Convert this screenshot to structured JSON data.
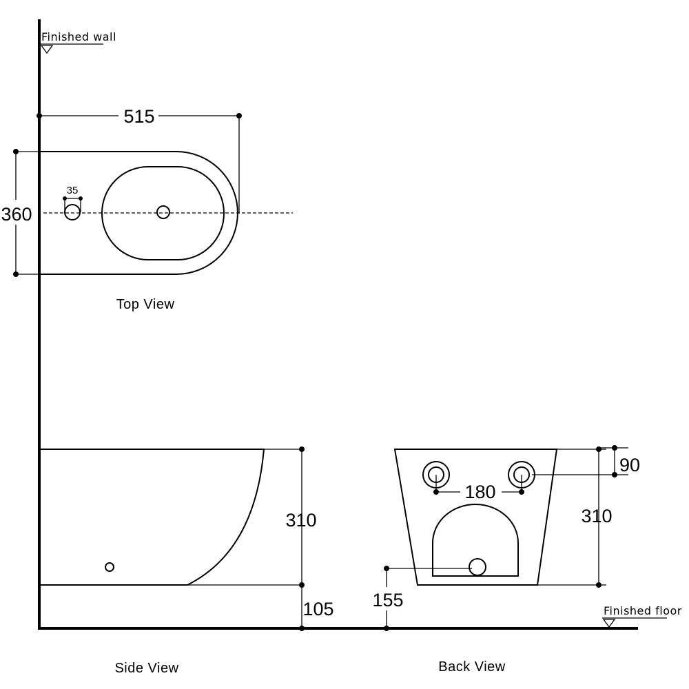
{
  "references": {
    "wall": "Finished wall",
    "floor": "Finished floor"
  },
  "views": {
    "top": "Top View",
    "side": "Side View",
    "back": "Back View"
  },
  "dimensions": {
    "top_length": "515",
    "top_width": "360",
    "tap_hole": "35",
    "side_height": "310",
    "floor_gap": "105",
    "back_height": "310",
    "bolt_spacing": "180",
    "bolt_height": "90",
    "outlet_height": "155"
  }
}
